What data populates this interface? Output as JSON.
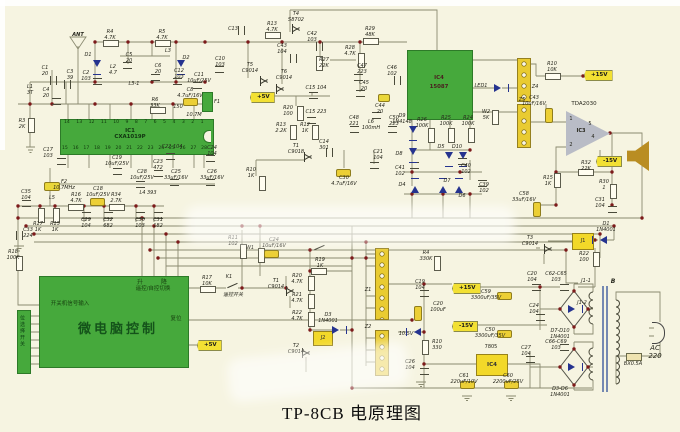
{
  "title": "TP-8CB 电原理图",
  "rails": {
    "p15": "+15V",
    "n15": "-15V",
    "p5": "+5V"
  },
  "ic1": {
    "ref": "IC1",
    "part": "CXA1019P",
    "pins_top": "14 13 12 11 10 9 8 7 6 5 4 3 2 1",
    "pins_bottom": "15 16 17 18 19 20 21 22 23 24 25 26 27 28"
  },
  "ic2": {
    "ref": "IC4",
    "part": "15087"
  },
  "ic3": {
    "ref": "IC3",
    "part": "TDA2030",
    "p1": "1",
    "p2": "2",
    "p4": "4",
    "p5": "5"
  },
  "mcu": {
    "title": "微电脑控制",
    "up": "升",
    "down": "降",
    "sig": "开关机信号输入",
    "ra": "遥控/自控切换",
    "rst": "复位"
  },
  "selector": "位选择开关",
  "power": {
    "b": "B",
    "ac": "AC 220",
    "fuse": "BX0.5A",
    "br1": "D7-D10\n1N4001",
    "br2": "D3-D6\n1N4001",
    "reg": "7805",
    "regic": "IC4"
  },
  "labels": {
    "ant": "ANT",
    "c1": "C1\n20",
    "l1": "L1\n3T",
    "c3": "C3\n39",
    "c4": "C4\n20",
    "r3": "R3\n2K",
    "r4": "R4\n4.7K",
    "r5": "R5\n4.7K",
    "d1": "D1",
    "d2": "D2",
    "c2": "C2\n103",
    "c5": "C5\n20",
    "l2": "L2\n4.7",
    "l31": "L3-1",
    "c6": "C6\n20",
    "l3": "L3",
    "c12": "C12\n103",
    "c11": "C11\n10uF/25V",
    "c10": "C10\n103",
    "c8": "C8\n4.7uF/16V",
    "r6": "R6\n33K",
    "f1a": "150",
    "f1": "F1",
    "f1b": "10.7M",
    "c13": "C13",
    "c17": "C17\n103",
    "f2": "F2\n10.7MHz",
    "c19": "C19\n10uF/25V",
    "c28": "C28\n10uF/25V",
    "c23": "C23\n472",
    "c22": "C22 104",
    "c24": "C24\n104",
    "c25": "C25\n33uF/16V",
    "c26": "C26\n33uF/16V",
    "c35": "C35\n104",
    "l5": "L5",
    "r17": "R17\n1K",
    "r15": "R15\n1K",
    "r16": "R16\n4.7K",
    "c29": "C29\n104",
    "c18": "C18\n10uF/25V",
    "r34": "R34\n2.7K",
    "c32": "C32\n682",
    "l4": "L4 393",
    "c30": "C30\n103",
    "c31": "C31\n182",
    "c33": "C33\n224",
    "r18": "R18\n100K",
    "r13": "R13\n4.7K",
    "t4": "T4\nS8702",
    "c42": "C42\n103",
    "c43": "C43\n104",
    "r27": "R27\n22K",
    "t5": "T5\nC9014",
    "t6": "T6\nC9014",
    "r29": "R29\n48K",
    "r28": "R28\n4.7K",
    "c47": "C47\n223",
    "c46": "C46\n102",
    "c45": "C45\n20",
    "c44": "C44\n20",
    "c48": "C48\n221",
    "l6": "L6\n100mH",
    "c50": "C50\n223",
    "c15": "C15 104",
    "r20": "R20\n100",
    "c15b": "C15 223",
    "r13b": "R13\n2.2K",
    "r12": "R12\n1K",
    "t1": "T1\nC9018",
    "c14": "C14\n301",
    "r10": "R10\n1K",
    "c30b": "C30\n4.7uF/16V",
    "c21": "C21\n104",
    "d9": "D9\n1N4148",
    "d8": "D8",
    "c41": "C41\n102",
    "r26": "R26\n100K",
    "r25": "R25\n100K",
    "r24": "R24\n100K",
    "d5": "D5",
    "d10": "D10",
    "c40": "C40\n102",
    "d4": "D4",
    "d7": "D7",
    "d6": "D6",
    "c39": "C39\n102",
    "led1": "LED1",
    "z4": "Z4",
    "z5": "Z5",
    "r10b": "R10\n10K",
    "w2": "W2\n5K",
    "c43b": "C43\n10uF/16V",
    "r32": "R32\n22K",
    "r15b": "R15\n1K",
    "c58": "C58\n33uF/16V",
    "r30": "R30\n1",
    "c31b": "C31\n104",
    "t3": "T3\nC9014",
    "j1": "J1",
    "d1b": "D1\n1N4001",
    "r22": "R22\n100",
    "r11": "R11\n102",
    "w1": "W1",
    "c24b": "C24\n10uF/16V",
    "r19": "R19\n1K",
    "t1b": "T1\nC9014",
    "r20b": "R20\n4.7K",
    "r21": "R21\n4.7K",
    "r22b": "R22\n4.7K",
    "d3": "D3\n1N4001",
    "j2": "J2",
    "t2": "T2\nC9014",
    "r17b": "R17\n10K",
    "k1": "K1",
    "ykg": "遥控开关",
    "z1": "Z1",
    "z2": "Z2",
    "r4b": "R4\n330K",
    "c19c": "C19\n104",
    "c20c": "C20\n100uF",
    "zd": "10.5V",
    "r10c": "R10\n330",
    "c26b": "C26\n104",
    "c59": "C59\n3300uF/35V",
    "c50c": "C50\n3300uF/35V",
    "c24c": "C24\n104",
    "j11": "J1-1",
    "j12": "J1-2",
    "c62": "C62-C65\n103",
    "c20d": "C20\n104",
    "c66": "C66-C69\n103",
    "c27b": "C27\n104",
    "c61": "C61\n220uF/10V",
    "c60": "C60\n2200uF/25V"
  }
}
